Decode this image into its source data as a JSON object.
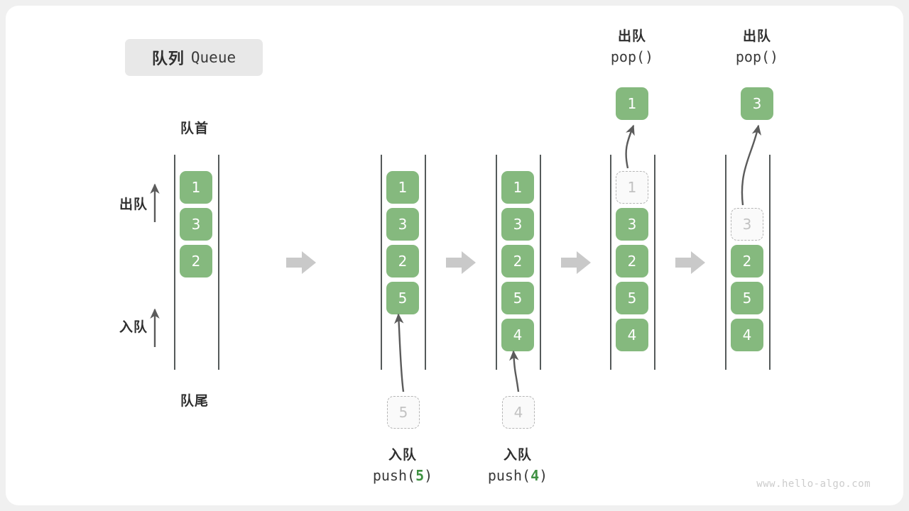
{
  "title": {
    "cn": "队列",
    "en": "Queue"
  },
  "labels": {
    "head": "队首",
    "tail": "队尾",
    "dequeue": "出队",
    "enqueue": "入队"
  },
  "watermark": "www.hello-algo.com",
  "colors": {
    "box_fill": "#85b97e",
    "box_text": "#ffffff",
    "ghost_fill": "#fafafa",
    "ghost_border": "#b5b5b5",
    "ghost_text": "#c2c2c2",
    "rail": "#555a5a",
    "arrow": "#5b5b5b",
    "step_arrow": "#c9c9c9",
    "badge_bg": "#e8e8e8",
    "accent_green": "#3f9142",
    "canvas": "#ffffff",
    "page_bg": "#f0f0f0"
  },
  "columns": [
    {
      "name": "initial",
      "slots": [
        "1",
        "3",
        "2",
        "",
        "",
        ""
      ],
      "ghost_index": -1,
      "caption": null,
      "incoming": null,
      "outgoing": null
    },
    {
      "name": "after-push-5",
      "slots": [
        "1",
        "3",
        "2",
        "5",
        "",
        ""
      ],
      "ghost_index": -1,
      "caption": {
        "cn": "入队",
        "code_prefix": "push(",
        "code_num": "5",
        "code_suffix": ")"
      },
      "incoming": {
        "value": "5"
      },
      "outgoing": null
    },
    {
      "name": "after-push-4",
      "slots": [
        "1",
        "3",
        "2",
        "5",
        "4",
        ""
      ],
      "ghost_index": -1,
      "caption": {
        "cn": "入队",
        "code_prefix": "push(",
        "code_num": "4",
        "code_suffix": ")"
      },
      "incoming": {
        "value": "4"
      },
      "outgoing": null
    },
    {
      "name": "after-pop-1",
      "slots": [
        "1",
        "3",
        "2",
        "5",
        "4",
        ""
      ],
      "ghost_index": 0,
      "caption": {
        "cn": "出队",
        "code_prefix": "pop(",
        "code_num": "",
        "code_suffix": ")"
      },
      "incoming": null,
      "outgoing": {
        "value": "1"
      }
    },
    {
      "name": "after-pop-3",
      "slots": [
        "",
        "3",
        "2",
        "5",
        "4",
        ""
      ],
      "ghost_index": 1,
      "caption": {
        "cn": "出队",
        "code_prefix": "pop(",
        "code_num": "",
        "code_suffix": ")"
      },
      "incoming": null,
      "outgoing": {
        "value": "3"
      }
    }
  ],
  "step_arrows": 4
}
